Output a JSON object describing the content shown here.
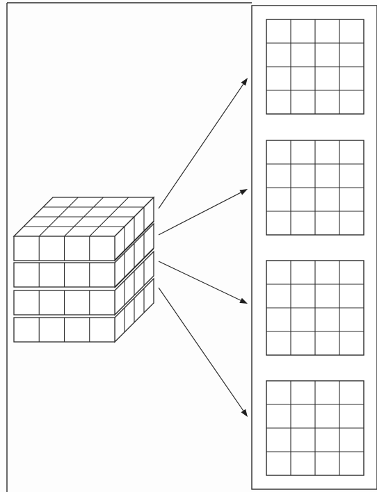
{
  "diagram": {
    "cube": {
      "rows": 4,
      "cols": 4,
      "depth": 4,
      "slices": 4
    },
    "slice_grids": {
      "count": 4,
      "rows": 4,
      "cols": 4
    },
    "arrows": {
      "count": 4
    },
    "colors": {
      "line": "#2b2b2b",
      "background": "#ffffff"
    }
  }
}
